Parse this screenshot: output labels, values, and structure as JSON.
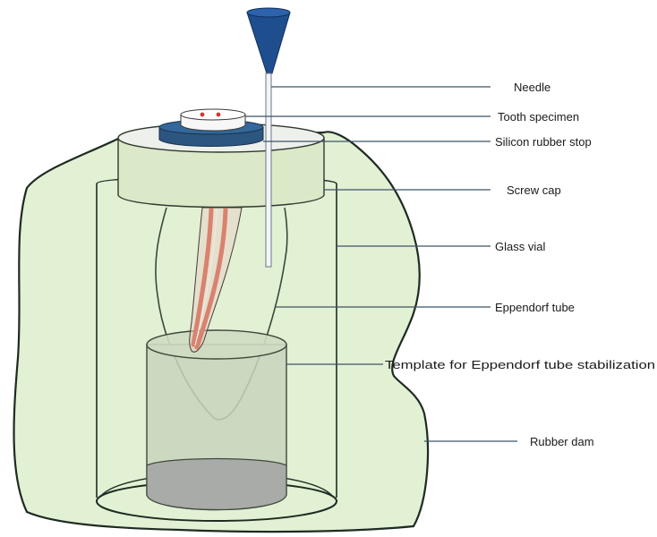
{
  "labels": {
    "needle": "Needle",
    "tooth_specimen": "Tooth specimen",
    "silicon_rubber_stop": "Silicon rubber stop",
    "screw_cap": "Screw cap",
    "glass_vial": "Glass vial",
    "eppendorf_tube": "Eppendorf tube",
    "template": "Template for Eppendorf tube stabilization",
    "rubber_dam": "Rubber dam"
  },
  "colors": {
    "rubber_dam_fill": "#e2f0d4",
    "outline": "#1e2b22",
    "screw_cap_fill": "#dbe9c8",
    "cap_top_fill": "#eef0ec",
    "silicon_stop_fill": "#2c5680",
    "needle_funnel": "#1f4e8f",
    "root_canal": "#d8826f",
    "template_fill": "#c8d5bc",
    "template_bottom": "#a9aba8",
    "leader_line": "#3f5466"
  }
}
